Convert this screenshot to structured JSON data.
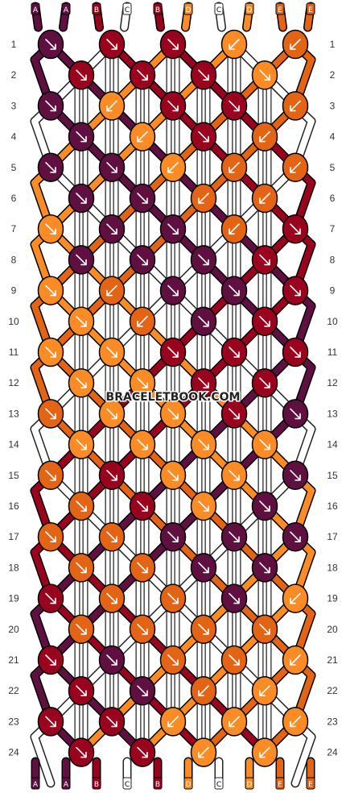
{
  "strand_letters_top": [
    "A",
    "A",
    "B",
    "C",
    "B",
    "D",
    "C",
    "D",
    "E",
    "E"
  ],
  "strand_letters_bottom": [
    "A",
    "A",
    "B",
    "C",
    "B",
    "D",
    "C",
    "D",
    "E",
    "E"
  ],
  "colors": {
    "A": "#5f0f40",
    "B": "#9a031e",
    "C": "#ffffff",
    "D": "#fb8b24",
    "E": "#e36414"
  },
  "watermark": "BRACELETBOOK.COM",
  "row_labels": [
    "1",
    "2",
    "3",
    "4",
    "5",
    "6",
    "7",
    "8",
    "9",
    "10",
    "11",
    "12",
    "13",
    "14",
    "15",
    "16",
    "17",
    "18",
    "19",
    "20",
    "21",
    "22",
    "23",
    "24"
  ],
  "knot_arrow_codes": "f = forward knot (arrow down-right), b = backward knot (arrow down-left)",
  "knots": [
    [
      "f",
      "f",
      "f",
      "b",
      "b"
    ],
    [
      "f",
      "f",
      "f",
      "f"
    ],
    [
      "f",
      "b",
      "f",
      "f",
      "b"
    ],
    [
      "f",
      "b",
      "f",
      "b"
    ],
    [
      "f",
      "f",
      "b",
      "b",
      "b"
    ],
    [
      "f",
      "f",
      "b",
      "b"
    ],
    [
      "f",
      "f",
      "f",
      "b",
      "f"
    ],
    [
      "f",
      "f",
      "f",
      "f"
    ],
    [
      "f",
      "b",
      "f",
      "f",
      "f"
    ],
    [
      "f",
      "b",
      "f",
      "f"
    ],
    [
      "f",
      "f",
      "f",
      "f",
      "f"
    ],
    [
      "f",
      "f",
      "f",
      "f"
    ],
    [
      "f",
      "f",
      "f",
      "f",
      "f"
    ],
    [
      "f",
      "f",
      "f",
      "f"
    ],
    [
      "f",
      "f",
      "f",
      "f",
      "f"
    ],
    [
      "f",
      "f",
      "f",
      "f"
    ],
    [
      "f",
      "f",
      "f",
      "f",
      "f"
    ],
    [
      "f",
      "f",
      "f",
      "f"
    ],
    [
      "f",
      "f",
      "f",
      "f",
      "b"
    ],
    [
      "f",
      "f",
      "f",
      "f"
    ],
    [
      "f",
      "f",
      "f",
      "f",
      "b"
    ],
    [
      "f",
      "f",
      "b",
      "b"
    ],
    [
      "f",
      "f",
      "b",
      "b",
      "b"
    ],
    [
      "f",
      "f",
      "b",
      "b"
    ]
  ],
  "knot_colors": [
    [
      "A",
      "B",
      "B",
      "D",
      "E"
    ],
    [
      "B",
      "B",
      "B",
      "D"
    ],
    [
      "A",
      "D",
      "B",
      "B",
      "E"
    ],
    [
      "A",
      "D",
      "B",
      "E"
    ],
    [
      "A",
      "A",
      "D",
      "E",
      "E"
    ],
    [
      "A",
      "A",
      "E",
      "E"
    ],
    [
      "D",
      "A",
      "A",
      "E",
      "B"
    ],
    [
      "A",
      "A",
      "A",
      "B"
    ],
    [
      "D",
      "E",
      "A",
      "A",
      "B"
    ],
    [
      "D",
      "E",
      "A",
      "B"
    ],
    [
      "D",
      "D",
      "B",
      "B",
      "B"
    ],
    [
      "D",
      "D",
      "B",
      "B"
    ],
    [
      "E",
      "D",
      "D",
      "B",
      "A"
    ],
    [
      "D",
      "D",
      "D",
      "D"
    ],
    [
      "E",
      "B",
      "D",
      "D",
      "A"
    ],
    [
      "E",
      "B",
      "D",
      "A"
    ],
    [
      "E",
      "E",
      "A",
      "A",
      "A"
    ],
    [
      "E",
      "E",
      "A",
      "A"
    ],
    [
      "B",
      "E",
      "E",
      "A",
      "D"
    ],
    [
      "E",
      "E",
      "E",
      "E"
    ],
    [
      "B",
      "A",
      "E",
      "E",
      "D"
    ],
    [
      "B",
      "A",
      "E",
      "D"
    ],
    [
      "B",
      "B",
      "D",
      "D",
      "D"
    ],
    [
      "B",
      "B",
      "D",
      "D"
    ]
  ]
}
